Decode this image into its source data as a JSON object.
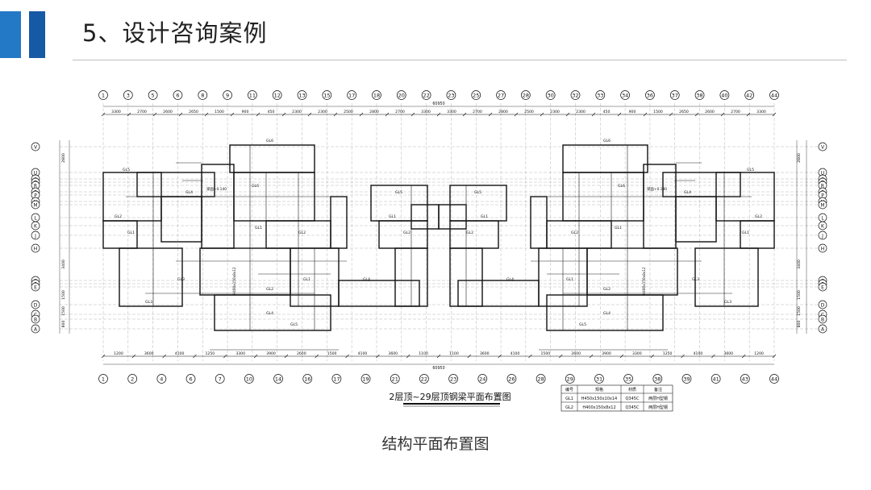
{
  "header": {
    "title": "5、设计咨询案例"
  },
  "drawing": {
    "plan_title": "2层顶~29层顶钢梁平面布置图",
    "top_axes": [
      "1",
      "3",
      "5",
      "6",
      "8",
      "9",
      "11",
      "12",
      "13",
      "15",
      "17",
      "18",
      "20",
      "22",
      "23",
      "25",
      "27",
      "28",
      "30",
      "32",
      "33",
      "34",
      "36",
      "37",
      "38",
      "40",
      "42",
      "44"
    ],
    "bottom_axes": [
      "1",
      "2",
      "4",
      "6",
      "7",
      "10",
      "14",
      "16",
      "17",
      "19",
      "21",
      "22",
      "23",
      "24",
      "26",
      "28",
      "29",
      "31",
      "35",
      "38",
      "39",
      "41",
      "43",
      "44"
    ],
    "row_axes": [
      "V",
      "U",
      "S",
      "T",
      "R",
      "Q",
      "P",
      "N",
      "M",
      "L",
      "K",
      "J",
      "H",
      "G",
      "F",
      "E",
      "D",
      "C",
      "B",
      "A"
    ],
    "top_dims": [
      "3300",
      "2700",
      "2600",
      "2650",
      "1500",
      "900",
      "450",
      "2300",
      "2300",
      "2500",
      "2800",
      "2700",
      "3300",
      "3300",
      "2700",
      "2800",
      "2500",
      "2300",
      "2300",
      "450",
      "900",
      "1500",
      "2650",
      "2600",
      "2700",
      "3300"
    ],
    "bottom_dims": [
      "1200",
      "3600",
      "4100",
      "1250",
      "3300",
      "3900",
      "2600",
      "1500",
      "4100",
      "3600",
      "1100",
      "1100",
      "3600",
      "4100",
      "1500",
      "2600",
      "3900",
      "3300",
      "1250",
      "4100",
      "3600",
      "1200"
    ],
    "total_dim": "60950",
    "side_dims": [
      "2800",
      "3400",
      "1500",
      "1500",
      "800"
    ],
    "beam_labels": [
      "GL5",
      "GL2",
      "GL1",
      "GL4",
      "GL3",
      "GL6",
      "GL1",
      "GL2",
      "GL5",
      "GL4",
      "GL1",
      "GL2",
      "GL3",
      "GL5",
      "GL6",
      "GL4",
      "GL1",
      "GL2"
    ],
    "note_labels": [
      "梁面+0.140",
      "H400x150x8x12"
    ],
    "legend": {
      "headers": [
        "编号",
        "规格",
        "材质",
        "备注"
      ],
      "rows": [
        [
          "GL1",
          "H450x150x10x14",
          "Q345C",
          "两层H型钢"
        ],
        [
          "GL2",
          "H400x150x8x12",
          "Q345C",
          "两层H型钢"
        ]
      ]
    }
  },
  "caption": "结构平面布置图"
}
